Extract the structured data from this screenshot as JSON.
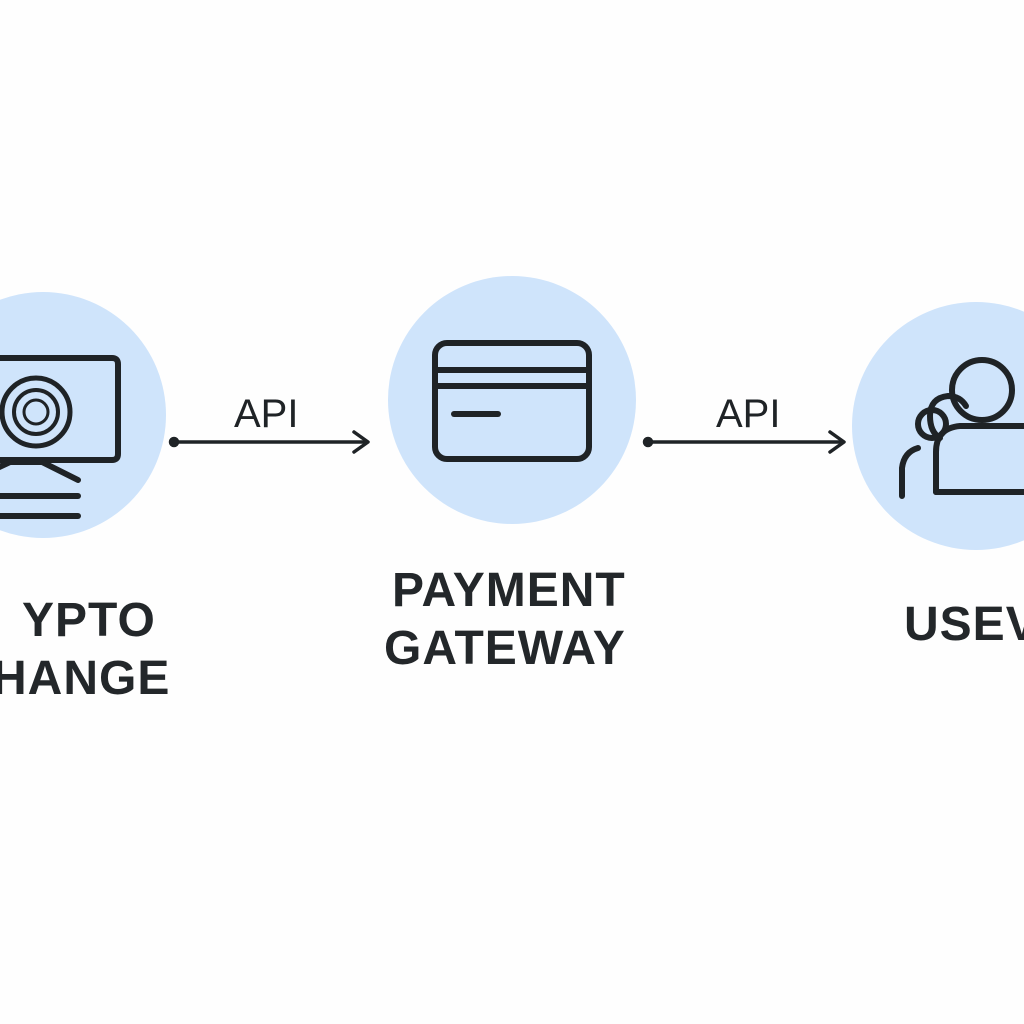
{
  "diagram": {
    "nodes": [
      {
        "id": "crypto-exchange",
        "label_lines": [
          "YPTO",
          "HANGE"
        ],
        "icon": "monitor-coin-icon"
      },
      {
        "id": "payment-gateway",
        "label_lines": [
          "PAYMENT",
          "GATEWAY"
        ],
        "icon": "credit-card-icon"
      },
      {
        "id": "users",
        "label_lines": [
          "USEV"
        ],
        "icon": "users-icon"
      }
    ],
    "edges": [
      {
        "from": "crypto-exchange",
        "to": "payment-gateway",
        "label": "API"
      },
      {
        "from": "payment-gateway",
        "to": "users",
        "label": "API"
      }
    ],
    "colors": {
      "circle_fill": "#cfe4fb",
      "stroke": "#1f2326",
      "background": "#ffffff"
    }
  }
}
